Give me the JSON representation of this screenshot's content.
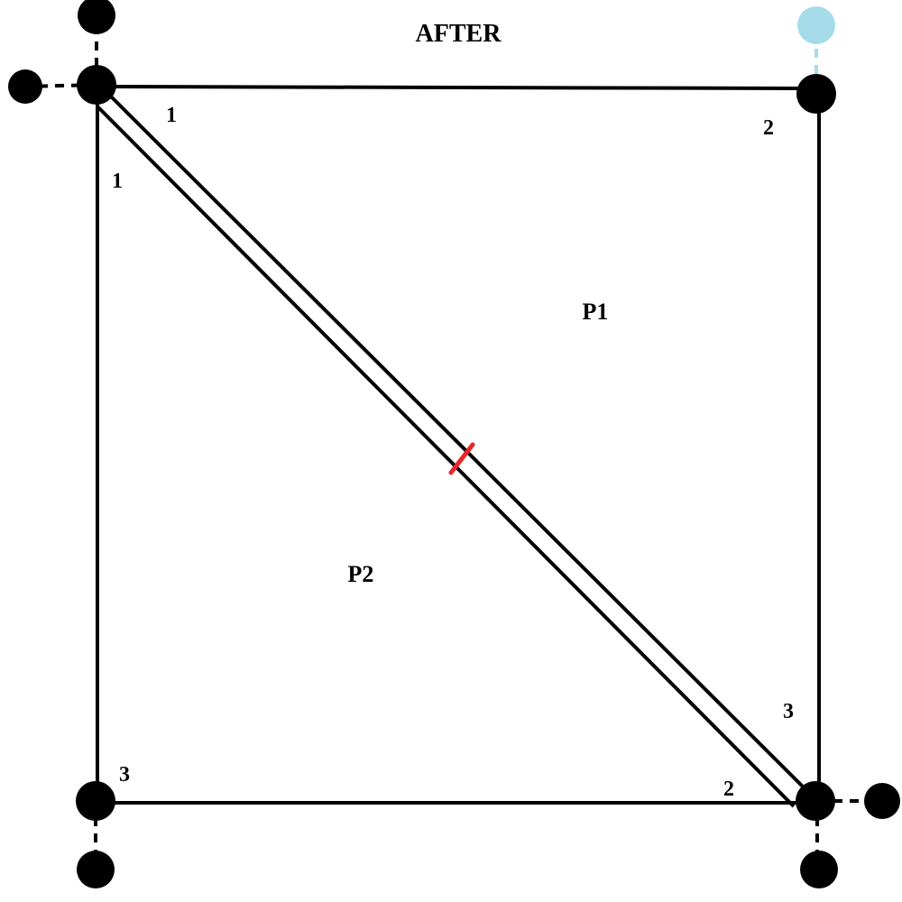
{
  "title": "AFTER",
  "regions": {
    "p1": "P1",
    "p2": "P2"
  },
  "corner_labels": {
    "p1_top_left": "1",
    "p2_top_left": "1",
    "p1_top_right": "2",
    "p2_bottom_left": "3",
    "p1_bottom_right": "3",
    "p2_bottom_right": "2"
  },
  "colors": {
    "line": "#000000",
    "vertex": "#000000",
    "ghost_vertex": "#a6dcea",
    "shared_edge_mark": "#e8262a",
    "background": "#ffffff"
  }
}
